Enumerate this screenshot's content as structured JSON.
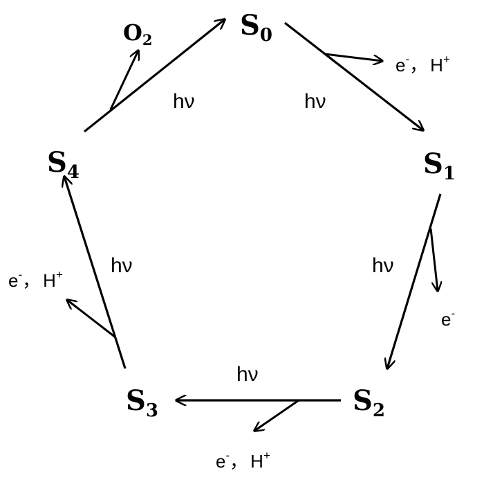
{
  "title": "",
  "states": {
    "s0": {
      "base": "S",
      "sub": "0"
    },
    "s1": {
      "base": "S",
      "sub": "1"
    },
    "s2": {
      "base": "S",
      "sub": "2"
    },
    "s3": {
      "base": "S",
      "sub": "3"
    },
    "s4": {
      "base": "S",
      "sub": "4"
    }
  },
  "oxygen": {
    "base": "O",
    "sub": "2"
  },
  "light_labels": {
    "s4_s0": "hν",
    "s0_s1": "hν",
    "s1_s2": "hν",
    "s2_s3": "hν",
    "s3_s4": "hν"
  },
  "products": {
    "s0_s1": {
      "electron": "e",
      "electron_sup": "-",
      "separator": "，",
      "proton": "H",
      "proton_sup": "+"
    },
    "s1_s2": {
      "electron": "e",
      "electron_sup": "-"
    },
    "s2_s3": {
      "electron": "e",
      "electron_sup": "-",
      "separator": "，",
      "proton": "H",
      "proton_sup": "+"
    },
    "s3_s4": {
      "electron": "e",
      "electron_sup": "-",
      "separator": "，",
      "proton": "H",
      "proton_sup": "+"
    }
  },
  "colors": {
    "ink": "#000000",
    "background": "#ffffff"
  }
}
